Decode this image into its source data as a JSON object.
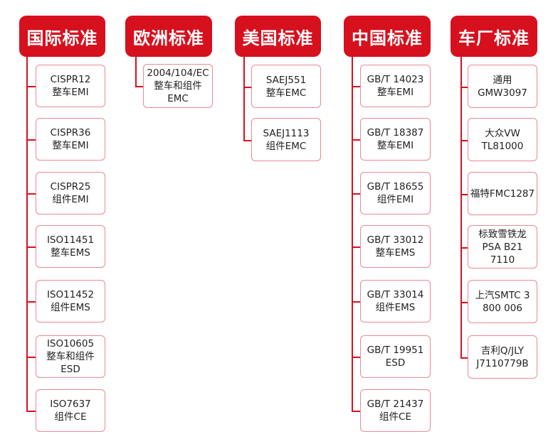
{
  "columns": [
    {
      "title": "国际标准",
      "items": [
        {
          "lines": [
            "CISPR12",
            "整车EMI"
          ]
        },
        {
          "lines": [
            "CISPR36",
            "整车EMI"
          ]
        },
        {
          "lines": [
            "CISPR25",
            "组件EMI"
          ]
        },
        {
          "lines": [
            "ISO11451",
            "整车EMS"
          ]
        },
        {
          "lines": [
            "ISO11452",
            "组件EMS"
          ]
        },
        {
          "lines": [
            "ISO10605",
            "整车和组件",
            "ESD"
          ]
        },
        {
          "lines": [
            "ISO7637",
            "组件CE"
          ]
        }
      ]
    },
    {
      "title": "欧洲标准",
      "items": [
        {
          "lines": [
            "2004/104/EC",
            "整车和组件",
            "EMC"
          ]
        }
      ]
    },
    {
      "title": "美国标准",
      "items": [
        {
          "lines": [
            "SAEJ551",
            "整车EMC"
          ]
        },
        {
          "lines": [
            "SAEJ1113",
            "组件EMC"
          ]
        }
      ]
    },
    {
      "title": "中国标准",
      "items": [
        {
          "lines": [
            "GB/T 14023",
            "整车EMI"
          ]
        },
        {
          "lines": [
            "GB/T 18387",
            "整车EMI"
          ]
        },
        {
          "lines": [
            "GB/T 18655",
            "组件EMI"
          ]
        },
        {
          "lines": [
            "GB/T 33012",
            "整车EMS"
          ]
        },
        {
          "lines": [
            "GB/T 33014",
            "组件EMS"
          ]
        },
        {
          "lines": [
            "GB/T 19951",
            "ESD"
          ]
        },
        {
          "lines": [
            "GB/T 21437",
            "组件CE"
          ]
        }
      ]
    },
    {
      "title": "车厂标准",
      "items": [
        {
          "lines": [
            "通用",
            "GMW3097"
          ]
        },
        {
          "lines": [
            "大众VW",
            "TL81000"
          ]
        },
        {
          "lines": [
            "福特FMC1287"
          ]
        },
        {
          "lines": [
            "标致雪铁龙",
            "PSA B21",
            "7110"
          ]
        },
        {
          "lines": [
            "上汽SMTC 3",
            "800 006"
          ]
        },
        {
          "lines": [
            "吉利Q/JLY",
            "J7110779B"
          ]
        }
      ]
    }
  ]
}
